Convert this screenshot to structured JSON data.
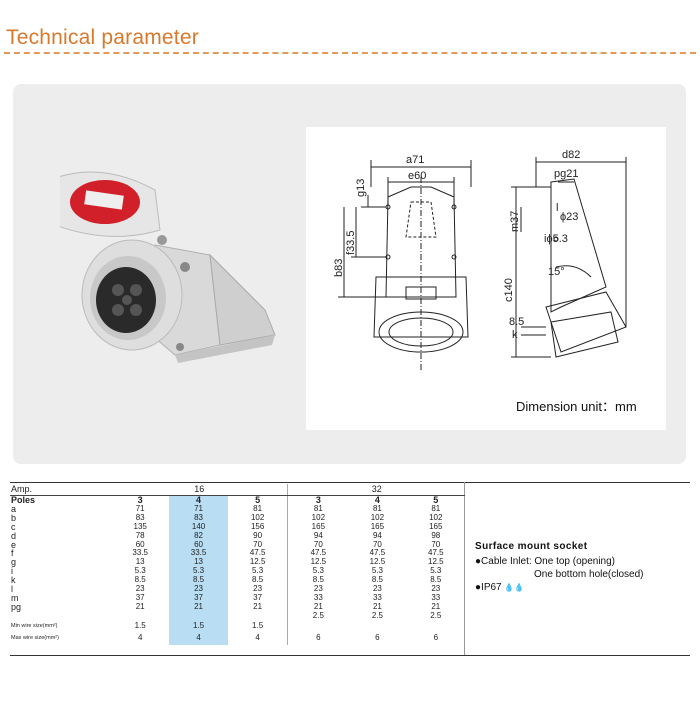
{
  "header": {
    "title": "Technical parameter"
  },
  "drawing": {
    "labels": {
      "a": "a71",
      "e": "e60",
      "g": "g13",
      "f": "f33.5",
      "b": "b83",
      "d": "d82",
      "pg": "pg21",
      "l": "l",
      "phi23": "ϕ23",
      "m": "m37",
      "i": "iϕ5.3",
      "angle": "15°",
      "c": "c140",
      "k_val": "8.5",
      "k": "k"
    },
    "unit_text": "Dimension unit：mm"
  },
  "spec_table": {
    "amp_label": "Amp.",
    "amp_values": [
      "16",
      "32"
    ],
    "poles_label": "Poles",
    "poles": [
      "3",
      "4",
      "5",
      "3",
      "4",
      "5"
    ],
    "rows": [
      {
        "label": "a",
        "values": [
          "71",
          "71",
          "81",
          "81",
          "81",
          "81"
        ]
      },
      {
        "label": "b",
        "values": [
          "83",
          "83",
          "102",
          "102",
          "102",
          "102"
        ]
      },
      {
        "label": "c",
        "values": [
          "135",
          "140",
          "156",
          "165",
          "165",
          "165"
        ]
      },
      {
        "label": "d",
        "values": [
          "78",
          "82",
          "90",
          "94",
          "94",
          "98"
        ]
      },
      {
        "label": "e",
        "values": [
          "60",
          "60",
          "70",
          "70",
          "70",
          "70"
        ]
      },
      {
        "label": "f",
        "values": [
          "33.5",
          "33.5",
          "47.5",
          "47.5",
          "47.5",
          "47.5"
        ]
      },
      {
        "label": "g",
        "values": [
          "13",
          "13",
          "12.5",
          "12.5",
          "12.5",
          "12.5"
        ]
      },
      {
        "label": "i",
        "values": [
          "5.3",
          "5.3",
          "5.3",
          "5.3",
          "5.3",
          "5.3"
        ]
      },
      {
        "label": "k",
        "values": [
          "8.5",
          "8.5",
          "8.5",
          "8.5",
          "8.5",
          "8.5"
        ]
      },
      {
        "label": "l",
        "values": [
          "23",
          "23",
          "23",
          "23",
          "23",
          "23"
        ]
      },
      {
        "label": "m",
        "values": [
          "37",
          "37",
          "37",
          "33",
          "33",
          "33"
        ]
      },
      {
        "label": "pg",
        "values": [
          "21",
          "21",
          "21",
          "21",
          "21",
          "21"
        ]
      },
      {
        "label": "",
        "values": [
          "",
          "",
          "",
          "2.5",
          "2.5",
          "2.5"
        ]
      }
    ],
    "wire_rows": [
      {
        "label": "Min wire size(mm²)",
        "values": [
          "1.5",
          "1.5",
          "1.5",
          "",
          "",
          ""
        ]
      },
      {
        "label": "Max wire size(mm²)",
        "values": [
          "4",
          "4",
          "4",
          "6",
          "6",
          "6"
        ]
      }
    ]
  },
  "product_info": {
    "heading": "Surface mount socket",
    "cable_inlet": "●Cable Inlet: One top (opening)",
    "cable_inlet_2": "One bottom hole(closed)",
    "ip": "●IP67",
    "ip_icon": "water-drops-icon"
  },
  "colors": {
    "title": "#d9782b",
    "highlight": "#b9def3",
    "socket_red": "#d2202a"
  }
}
